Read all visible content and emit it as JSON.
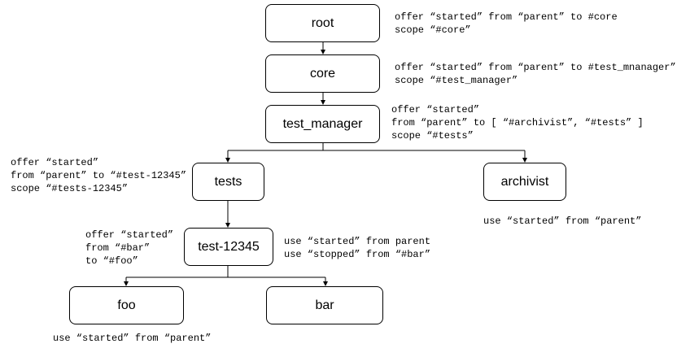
{
  "nodes": {
    "root": "root",
    "core": "core",
    "test_manager": "test_manager",
    "tests": "tests",
    "archivist": "archivist",
    "test_12345": "test-12345",
    "foo": "foo",
    "bar": "bar"
  },
  "notes": {
    "root": "offer “started” from “parent” to #core\nscope “#core”",
    "core": "offer “started” from “parent” to #test_mnanager”\nscope “#test_manager”",
    "test_manager": "offer “started”\nfrom “parent” to [ “#archivist”, “#tests” ]\nscope “#tests”",
    "tests": "offer “started”\nfrom “parent” to “#test-12345”\nscope “#tests-12345”",
    "archivist": "use “started” from “parent”",
    "test_12345_offer": "offer “started”\nfrom “#bar”\nto “#foo”",
    "test_12345_use": "use “started” from parent\nuse “stopped” from “#bar”",
    "foo": "use “started” from “parent”"
  },
  "colors": {
    "line": "#000000",
    "box_border": "#000000",
    "background": "#ffffff"
  }
}
